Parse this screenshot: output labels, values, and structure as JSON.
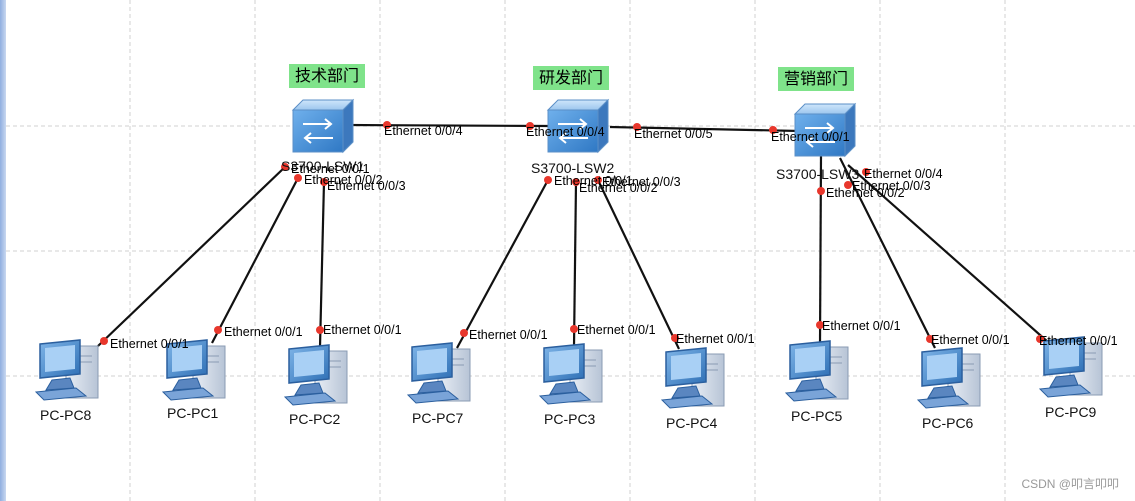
{
  "departments": [
    {
      "label": "技术部门"
    },
    {
      "label": "研发部门"
    },
    {
      "label": "营销部门"
    }
  ],
  "switches": [
    {
      "name": "S3700-LSW1"
    },
    {
      "name": "S3700-LSW2"
    },
    {
      "name": "S3700-LSW3"
    }
  ],
  "pcs": [
    {
      "name": "PC-PC8"
    },
    {
      "name": "PC-PC1"
    },
    {
      "name": "PC-PC2"
    },
    {
      "name": "PC-PC7"
    },
    {
      "name": "PC-PC3"
    },
    {
      "name": "PC-PC4"
    },
    {
      "name": "PC-PC5"
    },
    {
      "name": "PC-PC6"
    },
    {
      "name": "PC-PC9"
    }
  ],
  "ports": {
    "sw1_uplink": "Ethernet 0/0/4",
    "sw2_left": "Ethernet 0/0/4",
    "sw2_right": "Ethernet 0/0/5",
    "sw3_uplink": "Ethernet 0/0/1",
    "sw1_p1": "Ethernet 0/0/1",
    "sw1_p2": "Ethernet 0/0/2",
    "sw1_p3": "Ethernet 0/0/3",
    "sw2_p1": "Ethernet 0/0/1",
    "sw2_p2": "Ethernet 0/0/2",
    "sw2_p3": "Ethernet 0/0/3",
    "sw3_p2": "Ethernet 0/0/2",
    "sw3_p3": "Ethernet 0/0/3",
    "sw3_p4": "Ethernet 0/0/4",
    "pc8": "Ethernet 0/0/1",
    "pc1": "Ethernet 0/0/1",
    "pc2": "Ethernet 0/0/1",
    "pc7": "Ethernet 0/0/1",
    "pc3": "Ethernet 0/0/1",
    "pc4": "Ethernet 0/0/1",
    "pc5": "Ethernet 0/0/1",
    "pc6": "Ethernet 0/0/1",
    "pc9": "Ethernet 0/0/1"
  },
  "watermark": "CSDN @叩言叩叩",
  "colors": {
    "link": "#111111",
    "port_dot": "#e8372c",
    "dept_bg": "#7fe38a",
    "grid": "#d0d0d0",
    "switch_blue": "#4a8fd6"
  }
}
